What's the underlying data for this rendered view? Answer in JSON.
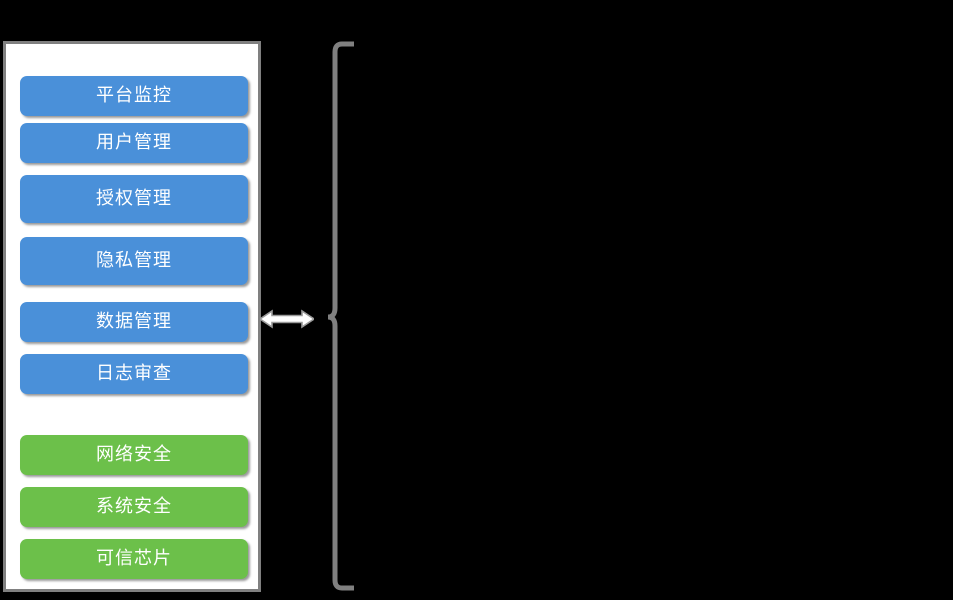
{
  "diagram": {
    "title": "",
    "colors": {
      "blue": "#4a90d9",
      "green": "#6cc04a",
      "panel_border": "#808080",
      "panel_fill": "#ffffff",
      "bracket": "#808080",
      "arrow_fill": "#ffffff",
      "arrow_stroke": "#808080",
      "background": "#000000",
      "button_text": "#ffffff"
    },
    "panel": {
      "name": "module-panel",
      "groups": [
        {
          "name": "management-group",
          "color_key": "blue",
          "items": [
            {
              "label": "平台监控"
            },
            {
              "label": "用户管理"
            },
            {
              "label": "授权管理"
            },
            {
              "label": "隐私管理"
            },
            {
              "label": "数据管理"
            },
            {
              "label": "日志审查"
            }
          ]
        },
        {
          "name": "security-group",
          "color_key": "green",
          "items": [
            {
              "label": "网络安全"
            },
            {
              "label": "系统安全"
            },
            {
              "label": "可信芯片"
            }
          ]
        }
      ]
    },
    "connector": {
      "arrow": {
        "name": "bidirectional-arrow",
        "direction": "both"
      },
      "bracket": {
        "name": "right-curly-bracket",
        "side": "left-facing"
      }
    }
  }
}
